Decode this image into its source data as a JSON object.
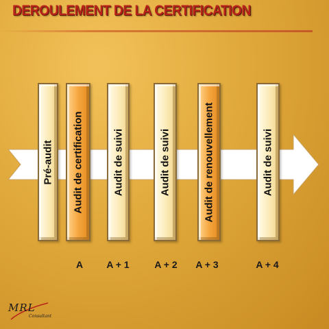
{
  "title": "DEROULEMENT DE LA CERTIFICATION",
  "steps": [
    {
      "label": "Pré-audit",
      "year": "",
      "style": "light"
    },
    {
      "label": "Audit de certification",
      "year": "A",
      "style": "orange"
    },
    {
      "label": "Audit de suivi",
      "year": "A + 1",
      "style": "light"
    },
    {
      "label": "Audit de suivi",
      "year": "A + 2",
      "style": "light"
    },
    {
      "label": "Audit de renouvellement",
      "year": "A + 3",
      "style": "orange"
    },
    {
      "label": "Audit de suivi",
      "year": "A + 4",
      "style": "light"
    }
  ],
  "logo": {
    "main": "MRL",
    "sub": "Consultant"
  },
  "colors": {
    "title": "#b8231a",
    "accent": "#f6a640",
    "arrow": "#ffffff"
  }
}
